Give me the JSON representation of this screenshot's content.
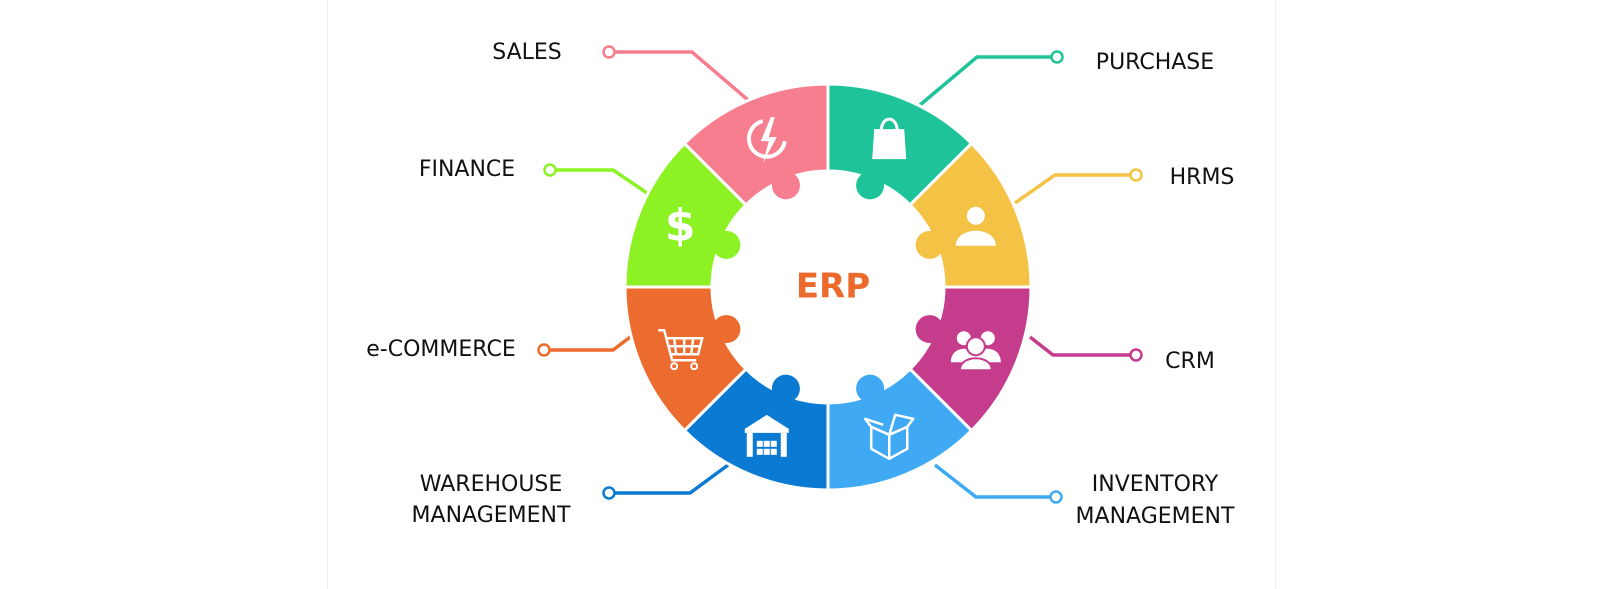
{
  "center_label": "ERP",
  "center_color": "#ec6a2c",
  "segments": [
    {
      "label_lines": [
        "PURCHASE"
      ],
      "color": "#1fc39a",
      "icon": "shopping-bag-icon"
    },
    {
      "label_lines": [
        "HRMS"
      ],
      "color": "#f4c244",
      "icon": "user-icon"
    },
    {
      "label_lines": [
        "CRM"
      ],
      "color": "#c63c8d",
      "icon": "users-group-icon"
    },
    {
      "label_lines": [
        "INVENTORY",
        "MANAGEMENT"
      ],
      "color": "#3fa9f3",
      "icon": "open-box-icon"
    },
    {
      "label_lines": [
        "WAREHOUSE",
        "MANAGEMENT"
      ],
      "color": "#0a7ad3",
      "icon": "warehouse-icon"
    },
    {
      "label_lines": [
        "e-COMMERCE"
      ],
      "color": "#ec6b2e",
      "icon": "shopping-cart-icon"
    },
    {
      "label_lines": [
        "FINANCE"
      ],
      "color": "#8cf224",
      "icon": "dollar-icon"
    },
    {
      "label_lines": [
        "SALES"
      ],
      "color": "#f77e8e",
      "icon": "lightning-icon"
    }
  ]
}
